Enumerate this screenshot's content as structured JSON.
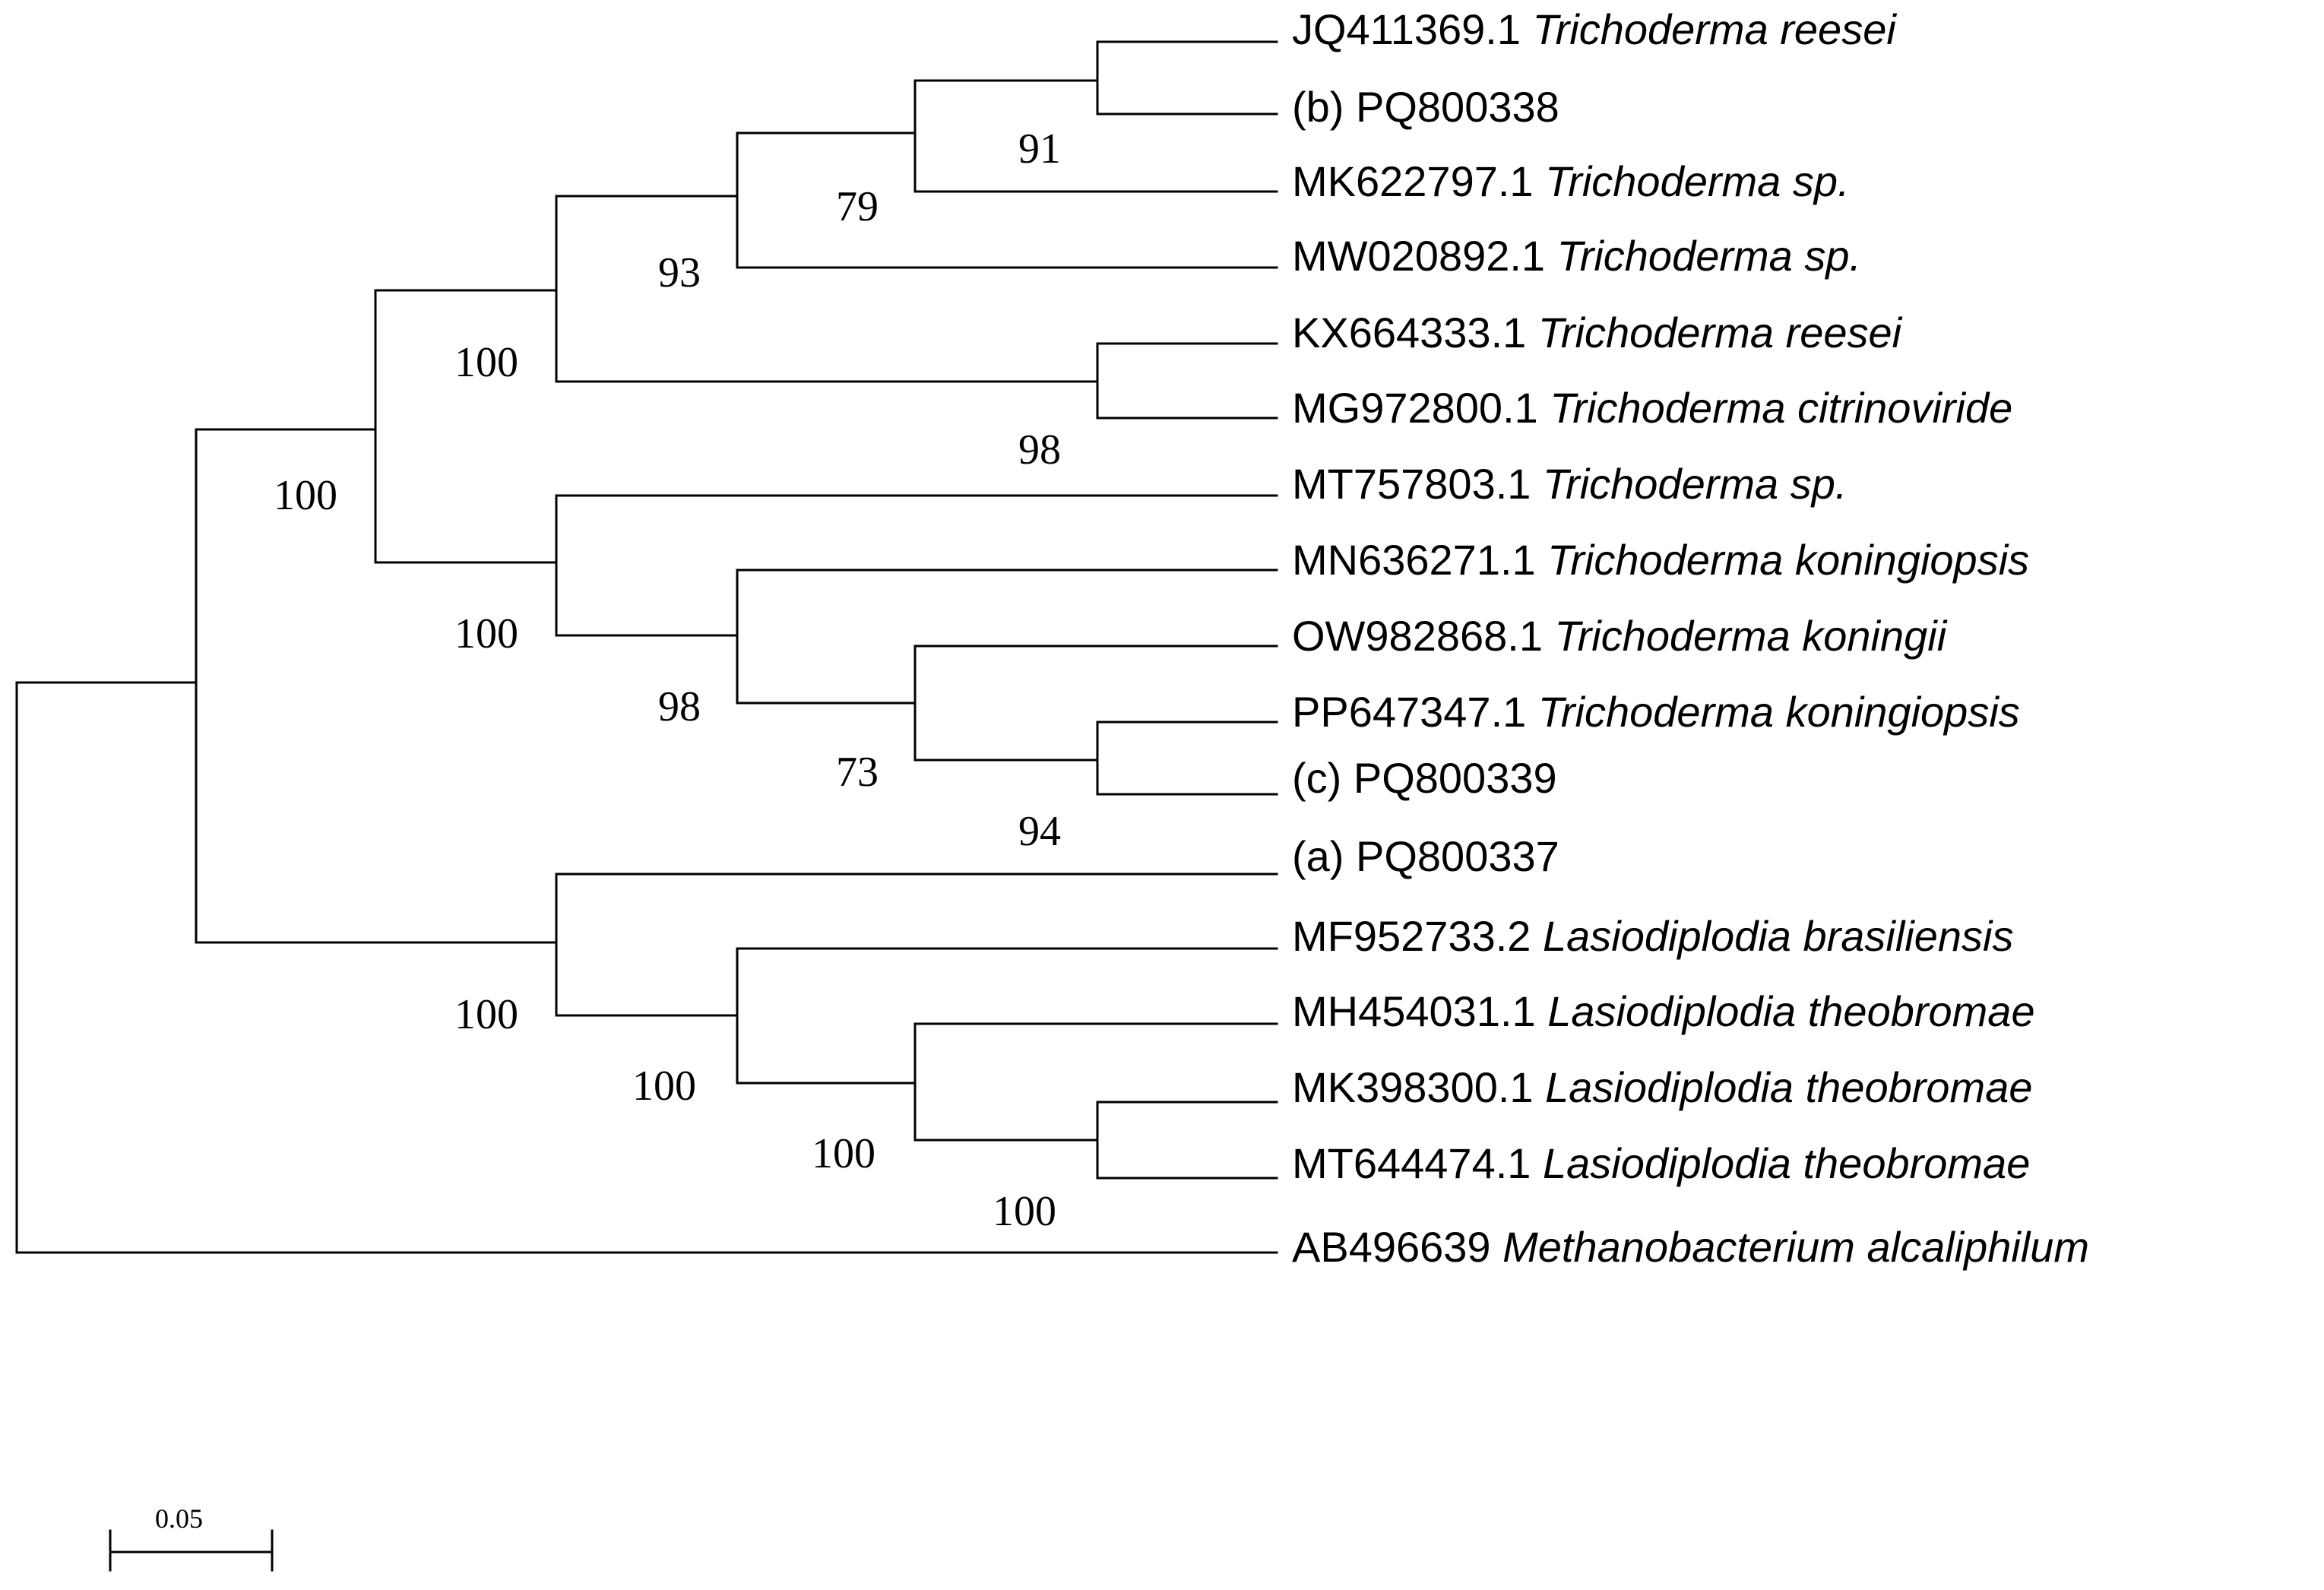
{
  "tree": {
    "taxa": [
      {
        "accession": "JQ411369.1",
        "species": "Trichoderma reesei"
      },
      {
        "accession": "(b) PQ800338",
        "species": ""
      },
      {
        "accession": "MK622797.1",
        "species": "Trichoderma sp."
      },
      {
        "accession": "MW020892.1",
        "species": "Trichoderma sp."
      },
      {
        "accession": "KX664333.1",
        "species": "Trichoderma reesei"
      },
      {
        "accession": "MG972800.1",
        "species": "Trichoderma citrinoviride"
      },
      {
        "accession": "MT757803.1",
        "species": "Trichoderma sp."
      },
      {
        "accession": "MN636271.1",
        "species": "Trichoderma koningiopsis"
      },
      {
        "accession": "OW982868.1",
        "species": "Trichoderma koningii"
      },
      {
        "accession": "PP647347.1",
        "species": "Trichoderma koningiopsis"
      },
      {
        "accession": "(c) PQ800339",
        "species": ""
      },
      {
        "accession": "(a) PQ800337",
        "species": ""
      },
      {
        "accession": "MF952733.2",
        "species": "Lasiodiplodia brasiliensis"
      },
      {
        "accession": "MH454031.1",
        "species": "Lasiodiplodia theobromae"
      },
      {
        "accession": "MK398300.1",
        "species": "Lasiodiplodia theobromae"
      },
      {
        "accession": "MT644474.1",
        "species": "Lasiodiplodia theobromae"
      },
      {
        "accession": "AB496639",
        "species": "Methanobacterium alcaliphilum"
      }
    ],
    "bootstrap": {
      "reesei_pq800338": "91",
      "with_mk622797": "79",
      "with_mw020892": "93",
      "kx_mg_pair": "98",
      "upper_trichoderma": "100",
      "all_trichoderma": "100",
      "lower_trichoderma": "100",
      "koningiopsis_group": "98",
      "koningii_group": "73",
      "pp647347_pq800339": "94",
      "lasiodiplodia_all": "100",
      "lasiodiplodia_core": "100",
      "theobromae_group": "100",
      "mk398300_mt644474": "100"
    },
    "scale_bar_label": "0.05"
  }
}
